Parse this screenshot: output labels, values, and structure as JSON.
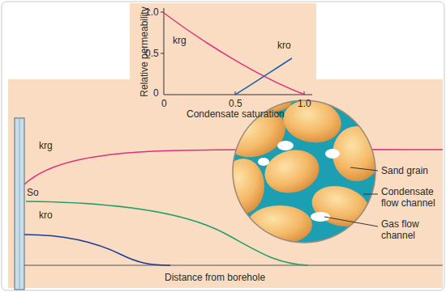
{
  "diagram": {
    "labels": [
      "1.0",
      "0.5",
      "0",
      "Relative permeability",
      "krg",
      "kro",
      "0",
      "0.5",
      "1.0",
      "Condensate saturation",
      "krg",
      "So",
      "kro",
      "Sand grain",
      "Condensate flow channel",
      "Gas flow channel",
      "Distance from borehole"
    ]
  }
}
